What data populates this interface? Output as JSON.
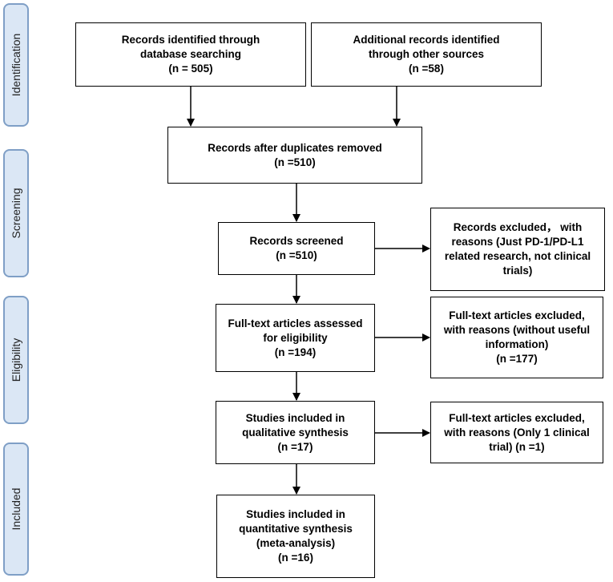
{
  "stages": {
    "identification": "Identification",
    "screening": "Screening",
    "eligibility": "Eligibility",
    "included": "Included"
  },
  "boxes": {
    "db_search": [
      "Records identified through",
      "database searching",
      "(n = 505)"
    ],
    "other_sources": [
      "Additional records identified",
      "through other sources",
      "(n =58)"
    ],
    "duplicates_removed": [
      "Records after duplicates removed",
      "(n =510)"
    ],
    "screened": [
      "Records screened",
      "(n =510)"
    ],
    "excluded_screen": [
      "Records excluded， with",
      "reasons (Just PD-1/PD-L1",
      "related research, not clinical",
      "trials)"
    ],
    "fulltext_assessed": [
      "Full-text articles assessed",
      "for eligibility",
      "(n =194)"
    ],
    "fulltext_excluded": [
      "Full-text articles excluded,",
      "with reasons (without useful",
      "information)",
      "(n =177)"
    ],
    "qualitative": [
      "Studies included in",
      "qualitative synthesis",
      "(n =17)"
    ],
    "excluded_one_trial": [
      "Full-text articles excluded,",
      "with reasons (Only 1 clinical",
      "trial) (n =1)"
    ],
    "quantitative": [
      "Studies included in",
      "quantitative synthesis",
      "(meta-analysis)",
      "(n =16)"
    ]
  }
}
